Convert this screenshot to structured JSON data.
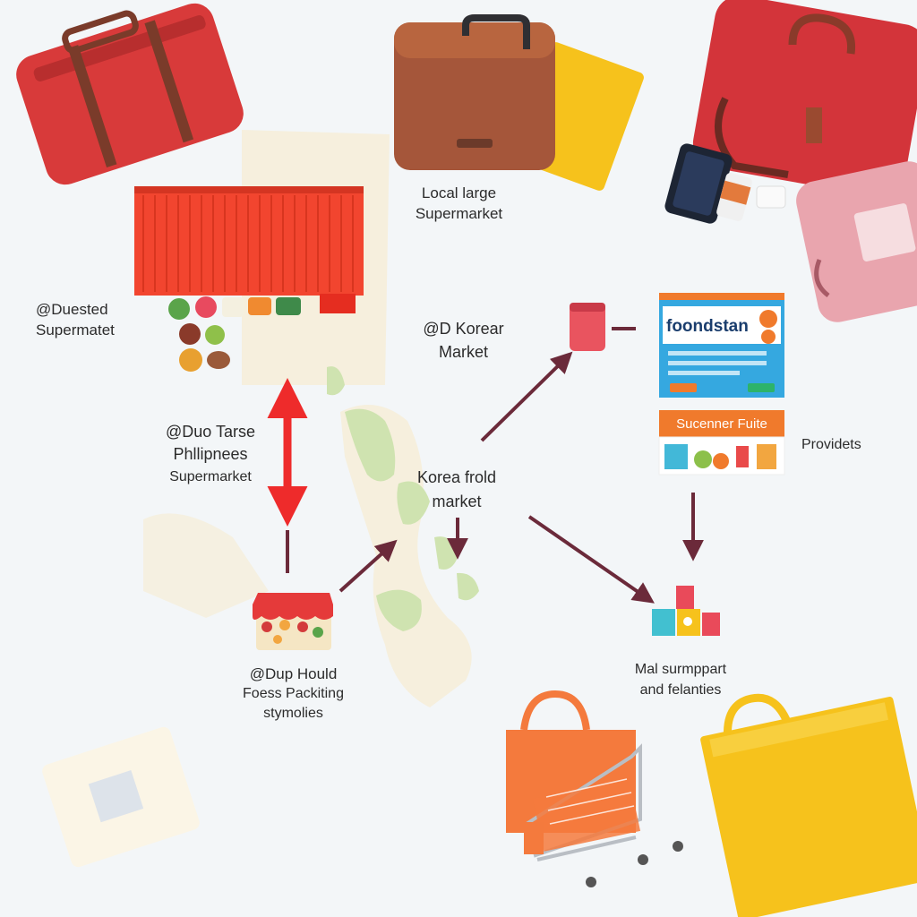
{
  "labels": {
    "local_large": [
      "Local large",
      "Supermarket"
    ],
    "duested": [
      "@Duested",
      "Supermatet"
    ],
    "korean_market": [
      "@D Korear",
      "Market"
    ],
    "duo_tarse": [
      "@Duo Tarse",
      "Phllipnees",
      "Supermarket"
    ],
    "korea_frold": [
      "Korea frold",
      "market"
    ],
    "providets": [
      "Providets"
    ],
    "dup_hould": [
      "@Dup Hould",
      "Foess Packiting",
      "stymolies"
    ],
    "mal_surmppart": [
      "Mal surmppart",
      "and felanties"
    ]
  },
  "provider_card": {
    "brand": "foondstan",
    "banner": "Sucenner Fuite"
  },
  "colors": {
    "background": "#f3f6f8",
    "map_land": "#cfe3b0",
    "map_shadow": "#f6ecd2",
    "arrow_dark": "#6b2a3a",
    "arrow_red": "#ee2b2b",
    "container_red": "#f2452f",
    "card_blue": "#35a8e0",
    "card_orange": "#f07a2c",
    "bag_yellow": "#f6c21c",
    "bag_orange": "#f47a3d",
    "suitcase_red": "#d83a3a"
  }
}
